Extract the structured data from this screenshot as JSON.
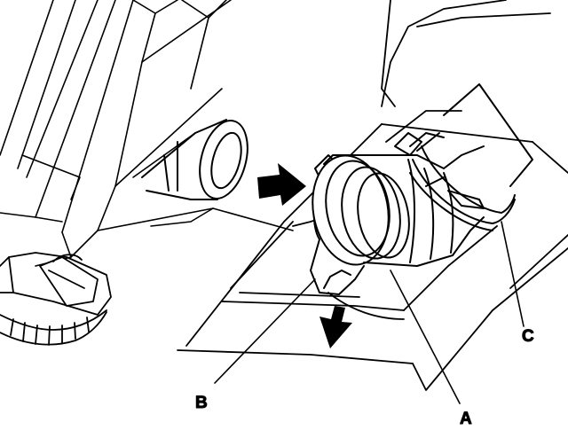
{
  "diagram": {
    "callouts": {
      "a": "A",
      "b": "B",
      "c": "C"
    },
    "colors": {
      "ink": "#000000",
      "paper": "#ffffff"
    },
    "icons": [
      "push-direction-arrow-icon",
      "downward-arrow-icon"
    ]
  }
}
